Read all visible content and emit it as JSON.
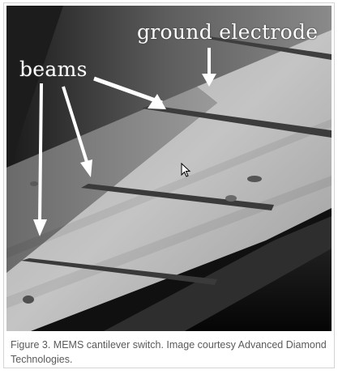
{
  "photo": {
    "annotations": {
      "ground_electrode": "ground electrode",
      "beams": "beams"
    }
  },
  "caption": "Figure 3. MEMS cantilever switch. Image courtesy Advanced Diamond Technologies.",
  "icons": {
    "cursor": "mouse-pointer-icon"
  }
}
